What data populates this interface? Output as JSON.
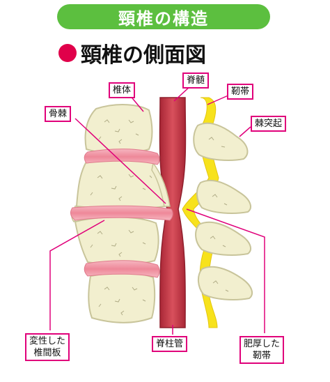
{
  "banner": {
    "title": "頸椎の構造"
  },
  "subtitle": "頸椎の側面図",
  "labels": {
    "vertebral_body": "椎体",
    "spinal_cord": "脊髄",
    "ligament": "靭帯",
    "osteophyte": "骨棘",
    "spinous_process": "棘突起",
    "degenerated_disc_line1": "変性した",
    "degenerated_disc_line2": "椎間板",
    "spinal_canal": "脊柱管",
    "thickened_ligament_line1": "肥厚した",
    "thickened_ligament_line2": "靭帯"
  },
  "colors": {
    "banner": "#5cbf3f",
    "accent_dot": "#e0004a",
    "label_border": "#e0007a",
    "bone": "#f2efcf",
    "bone_outline": "#c8c49a",
    "disc": "#f4a8b4",
    "cord": "#c73545",
    "ligament": "#f7e21c"
  }
}
